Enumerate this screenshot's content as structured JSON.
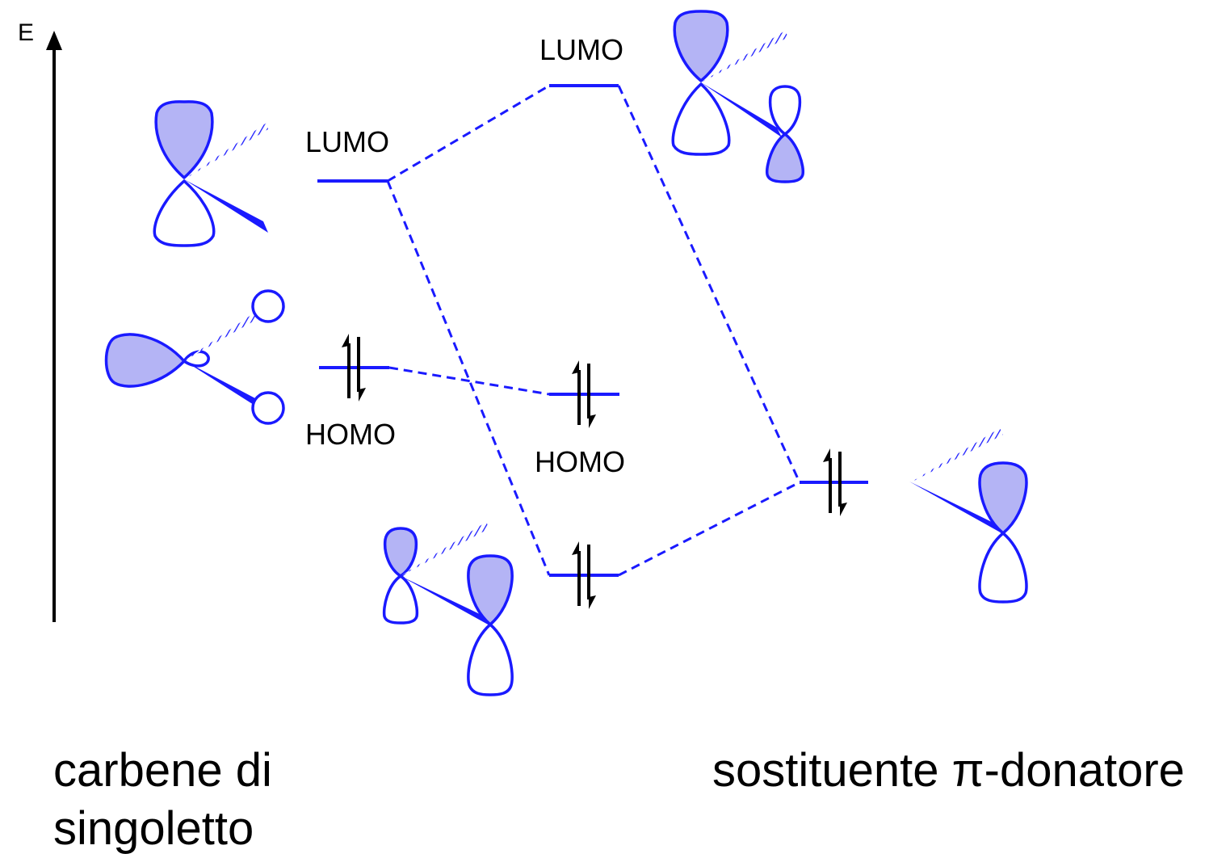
{
  "axis": {
    "label": "E"
  },
  "levels": {
    "carbene_lumo_label": "LUMO",
    "carbene_homo_label": "HOMO",
    "complex_lumo_label": "LUMO",
    "complex_homo_label": "HOMO"
  },
  "captions": {
    "left_line1": "carbene di",
    "left_line2": "singoletto",
    "right": "sostituente π-donatore"
  },
  "colors": {
    "orbital_stroke": "#1a1aff",
    "orbital_fill": "#b4b4f5",
    "ink": "#000000"
  }
}
